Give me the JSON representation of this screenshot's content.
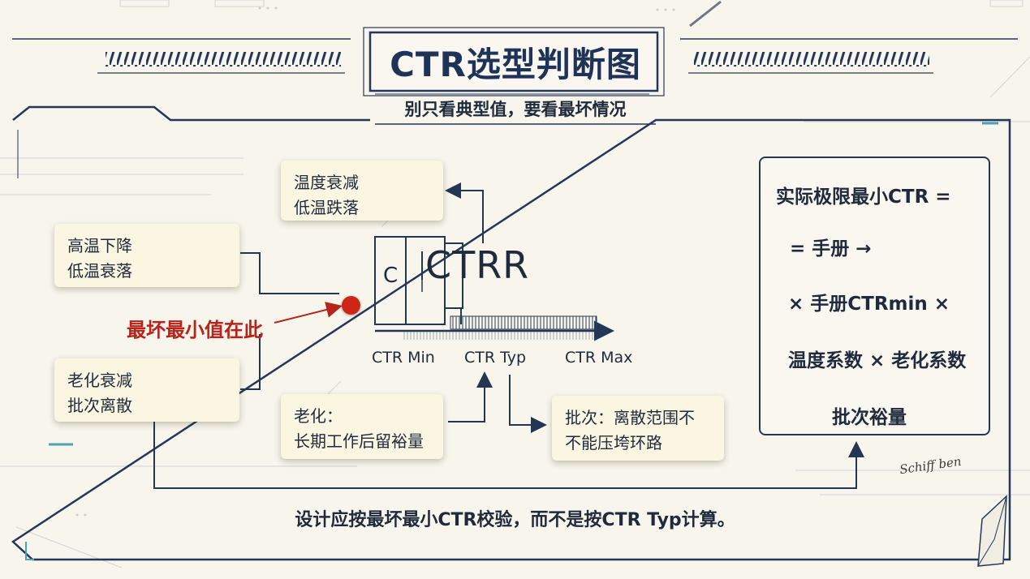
{
  "title": "CTR选型判断图",
  "subtitle": "别只看典型值，要看最坏情况",
  "notes": {
    "top_center": [
      "温度衰减",
      "低温跌落"
    ],
    "left_top": [
      "高温下降",
      "低温衰落"
    ],
    "left_bottom": [
      "老化衰减",
      "批次离散"
    ],
    "bottom_center": [
      "老化：",
      "长期工作后留裕量"
    ],
    "bottom_right": [
      "批次：离散范围不",
      "不能压垮环路"
    ]
  },
  "worst_case_label": "最坏最小值在此",
  "component_label": "CTRR",
  "component_side_label": "C",
  "axis": {
    "labels": [
      "CTR Min",
      "CTR Typ",
      "CTR Max"
    ]
  },
  "formula": {
    "lines": [
      "实际极限最小CTR =",
      "= 手册 →",
      "× 手册CTRmin ×",
      "温度系数 × 老化系数",
      "批次裕量"
    ]
  },
  "bottom_note": "设计应按最坏最小CTR校验，而不是按CTR Typ计算。",
  "signature": "Schiff ben",
  "colors": {
    "background": "#f7f5ec",
    "ink": "#1f2a3d",
    "title": "#1e3357",
    "accent_red": "#cf2517",
    "worst_label": "#b8231c",
    "note_fill": "#fbf6e2",
    "teal_accent": "#4aa3b5"
  }
}
